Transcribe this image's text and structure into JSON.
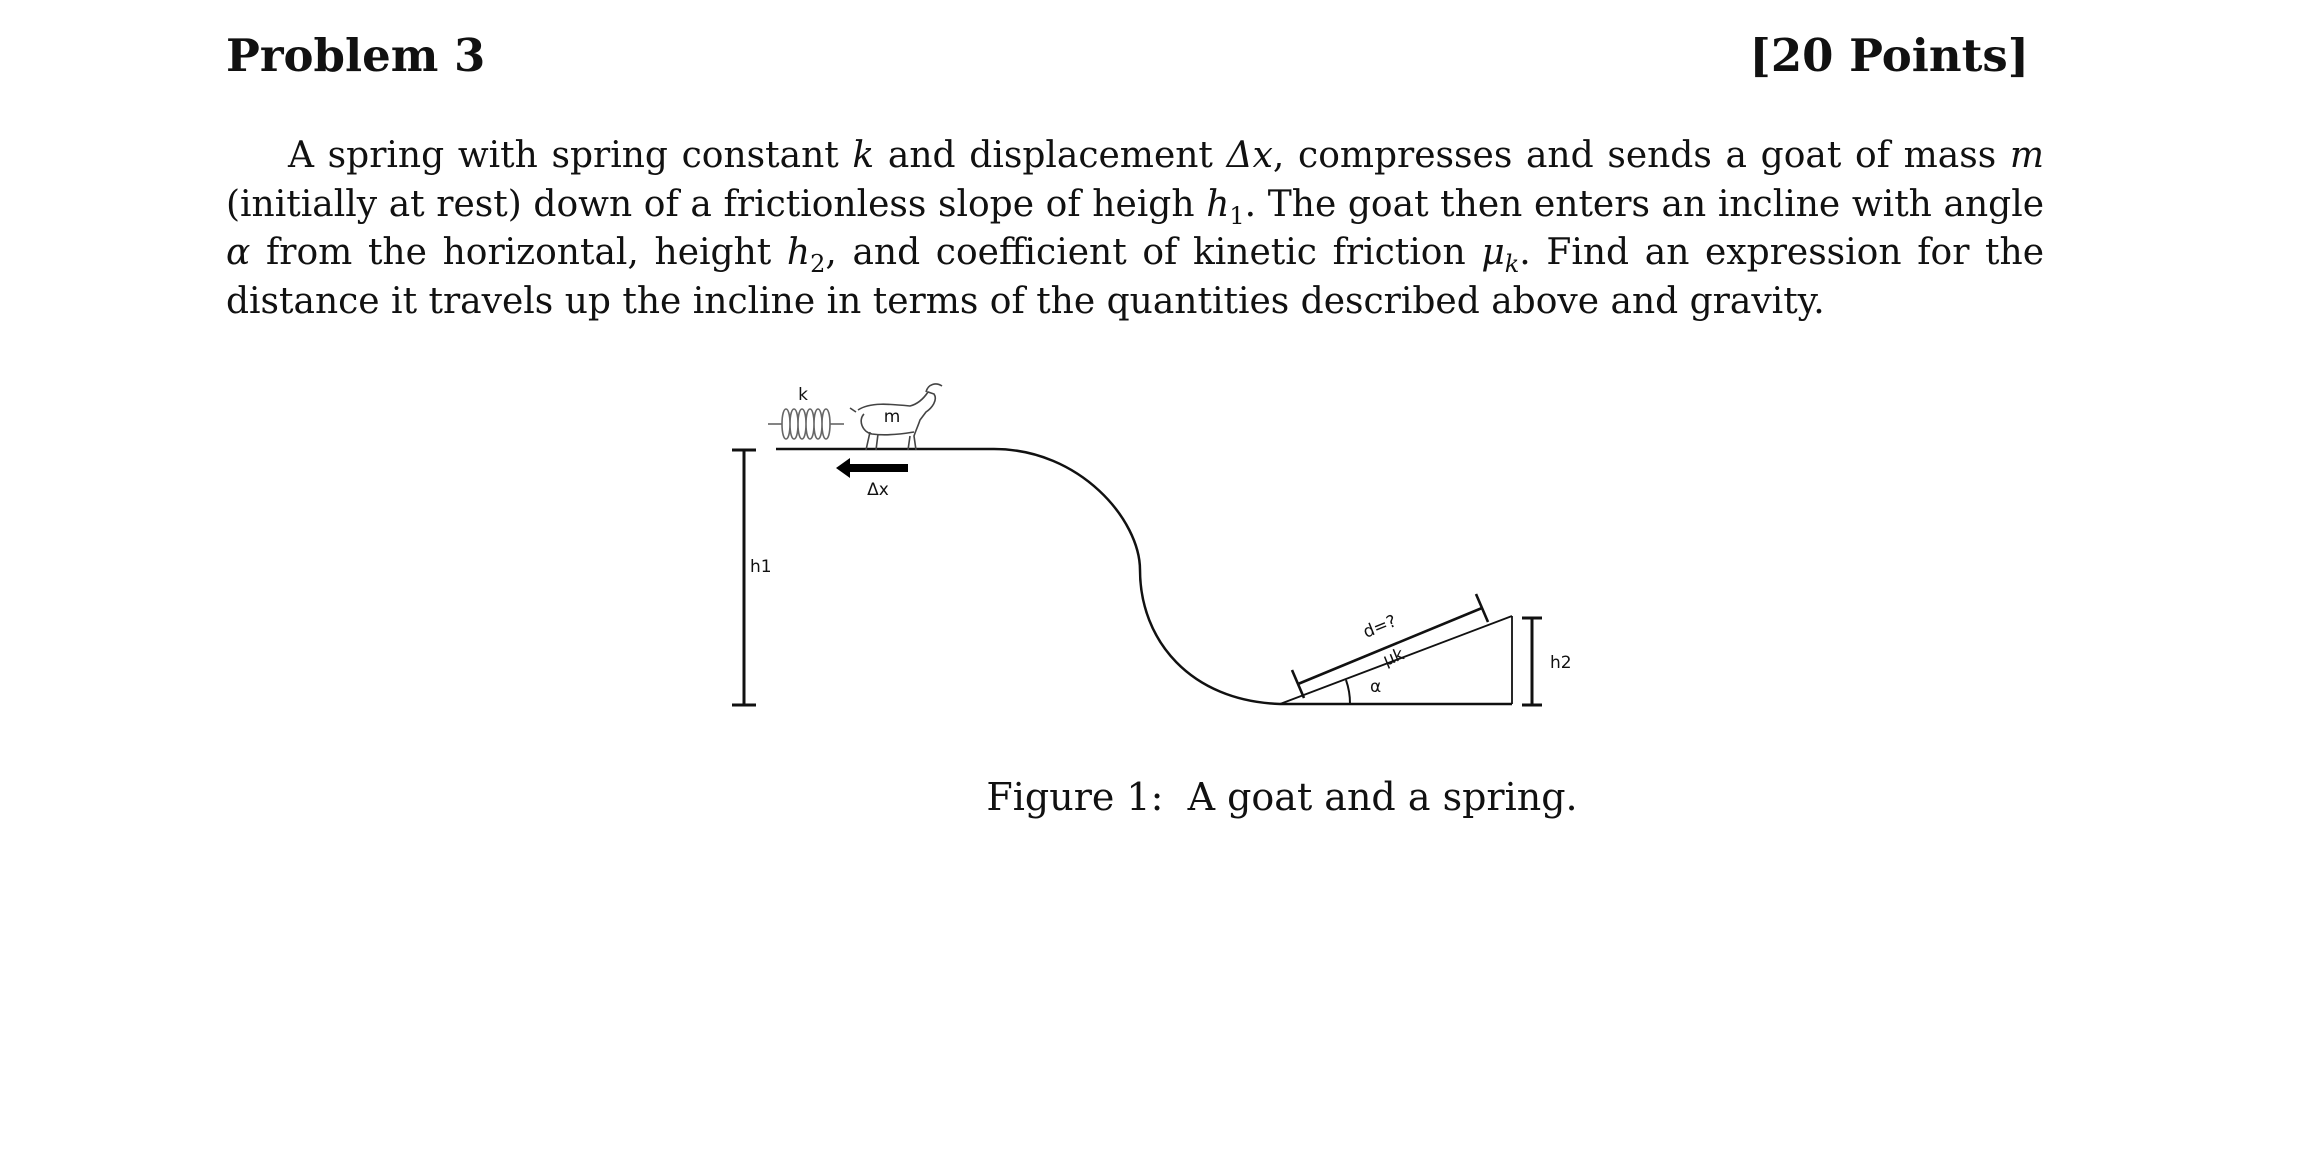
{
  "header": {
    "title": "Problem 3",
    "points": "[20 Points]"
  },
  "problem": {
    "p1": "A spring with spring constant ",
    "k": "k",
    "p2": " and displacement ",
    "dx": "Δx",
    "p3": ", compresses and sends a goat of mass ",
    "m": "m",
    "p4": " (initially at rest) down of a frictionless slope of heigh ",
    "h": "h",
    "sub1": "1",
    "p5": ". The goat then enters an incline with angle ",
    "alpha": "α",
    "p6": " from the horizontal, height ",
    "h2": "h",
    "sub2": "2",
    "p7": ", and coefficient of kinetic friction ",
    "mu": "μ",
    "subk": "k",
    "p8": ". Find an expression for the distance it travels up the incline in terms of the quantities described above and gravity."
  },
  "figure": {
    "spring_label": "k",
    "mass_label": "m",
    "displacement_label": "Δx",
    "h1_label": "h1",
    "distance_label": "d=?",
    "friction_label": "μk",
    "angle_label": "α",
    "h2_label": "h2",
    "icons": [
      "spring-icon",
      "goat-icon",
      "arrow-left-icon"
    ]
  },
  "caption": {
    "label": "Figure 1:",
    "text": "A goat and a spring."
  }
}
